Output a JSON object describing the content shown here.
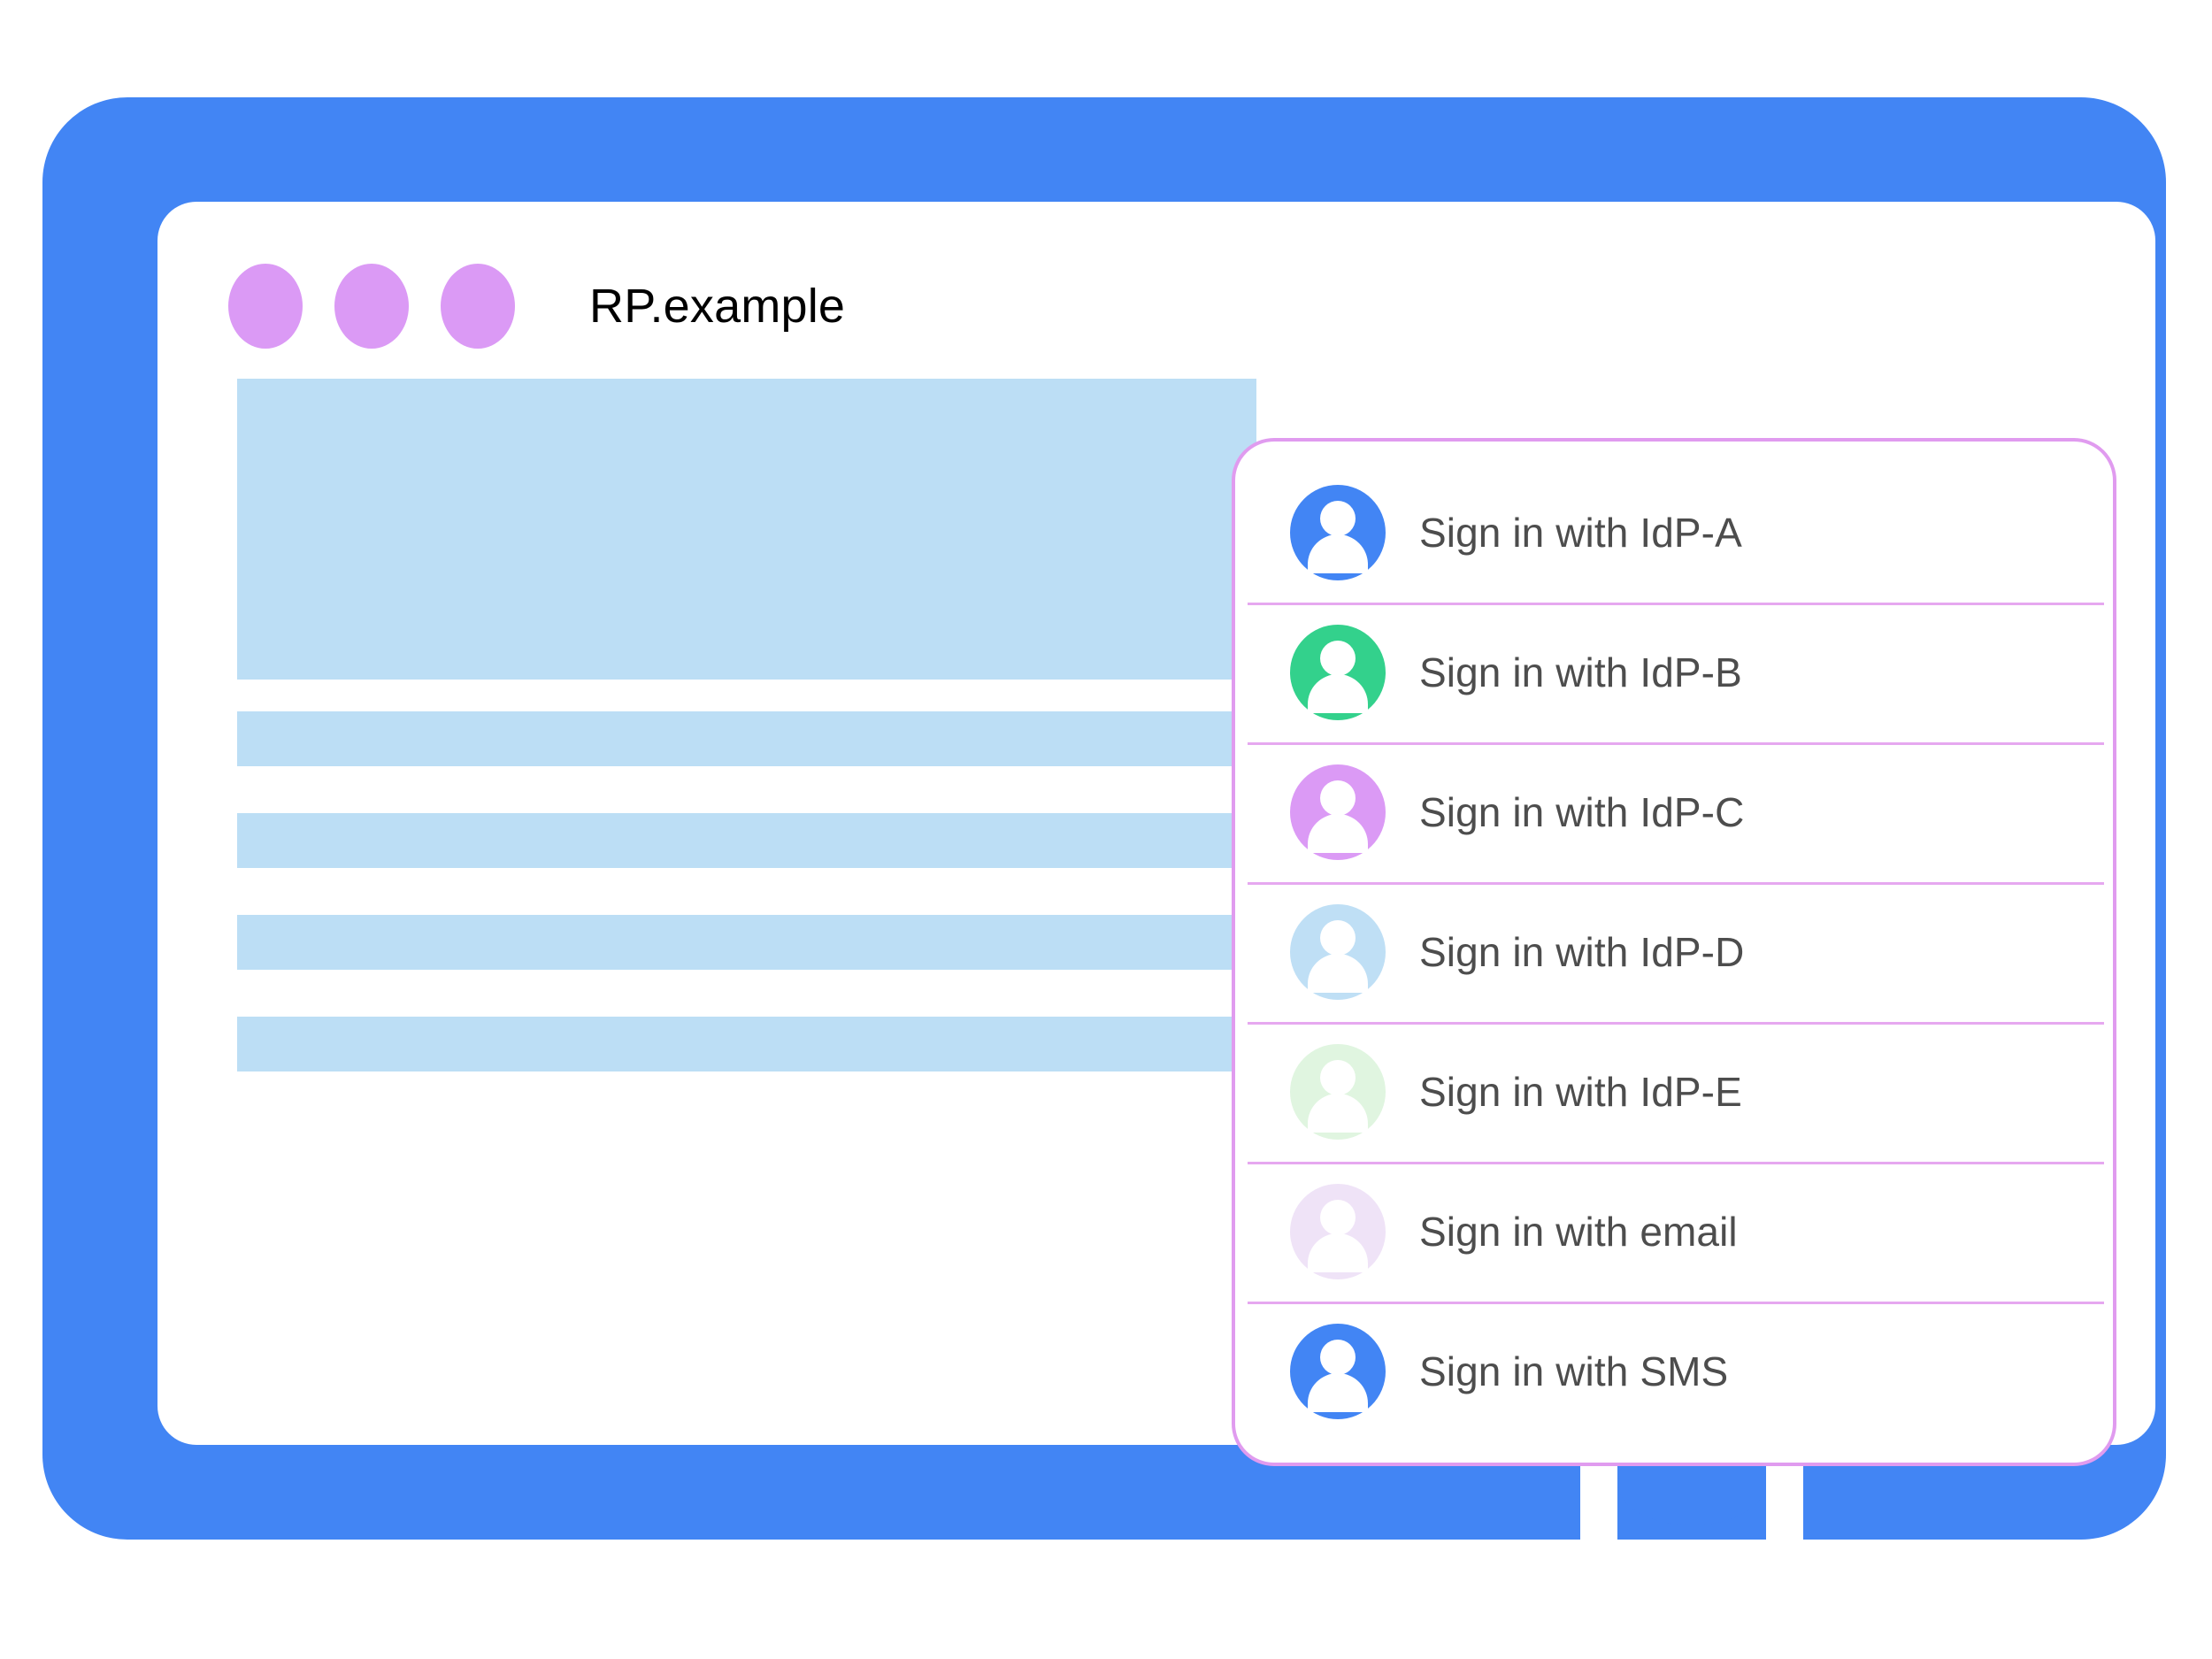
{
  "window": {
    "title": "RP.example",
    "frame_color": "#4285F4",
    "screen_background": "#FFFFFF",
    "title_dots": [
      {
        "name": "dot-1",
        "color": "#DB9AF5"
      },
      {
        "name": "dot-2",
        "color": "#DB9AF5"
      },
      {
        "name": "dot-3",
        "color": "#DB9AF5"
      }
    ],
    "home_button": {
      "name": "home-button",
      "color": "#4285F4"
    }
  },
  "page_content": {
    "placeholder_color": "#BCDEF5",
    "blocks": [
      {
        "kind": "hero"
      },
      {
        "kind": "bar"
      },
      {
        "kind": "bar"
      },
      {
        "kind": "bar"
      },
      {
        "kind": "bar"
      }
    ]
  },
  "signin_panel": {
    "border_color": "#E09BEF",
    "divider_color": "#E6A8F0",
    "label_color": "#4D4D4D",
    "items": [
      {
        "label": "Sign in with IdP-A",
        "avatar_color": "#4285F4",
        "icon": "person-avatar-icon"
      },
      {
        "label": "Sign in with IdP-B",
        "avatar_color": "#33D18C",
        "icon": "person-avatar-icon"
      },
      {
        "label": "Sign in with IdP-C",
        "avatar_color": "#DB9AF5",
        "icon": "person-avatar-icon"
      },
      {
        "label": "Sign in with IdP-D",
        "avatar_color": "#BFDFF5",
        "icon": "person-avatar-icon"
      },
      {
        "label": "Sign in with IdP-E",
        "avatar_color": "#E0F5E0",
        "icon": "person-avatar-icon"
      },
      {
        "label": "Sign in with email",
        "avatar_color": "#EFE3F7",
        "icon": "person-avatar-icon"
      },
      {
        "label": "Sign in with SMS",
        "avatar_color": "#4285F4",
        "icon": "person-avatar-icon"
      }
    ]
  }
}
